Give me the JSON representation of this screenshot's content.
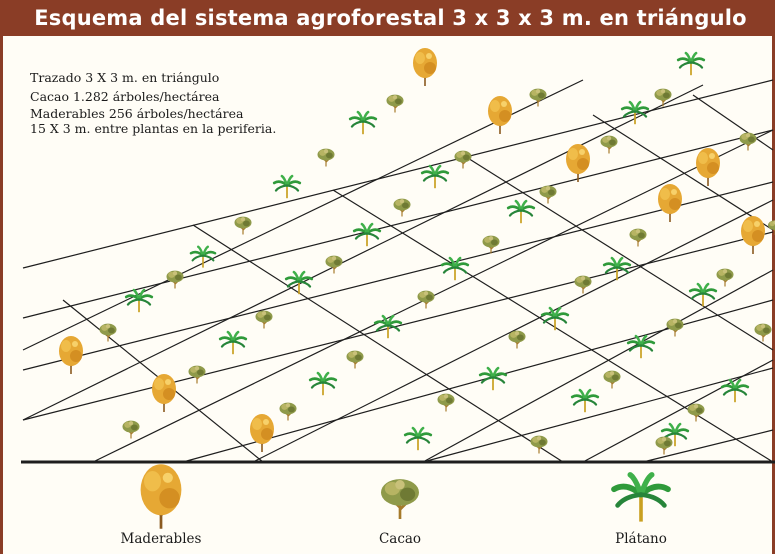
{
  "title": "Esquema del sistema agroforestal 3 x 3 x 3 m. en triángulo",
  "notes": [
    "Trazado 3 X 3 m. en triángulo",
    "Cacao 1.282 árboles/hectárea",
    "Maderables 256 árboles/hectárea",
    "15 X 3 m. entre plantas en la periferia."
  ],
  "legend": [
    {
      "label": "Maderables",
      "icon": "maderable-tree-icon"
    },
    {
      "label": "Cacao",
      "icon": "cacao-tree-icon"
    },
    {
      "label": "Plátano",
      "icon": "platano-plant-icon"
    }
  ],
  "colors": {
    "header": "#8a3d26",
    "header_text": "#ffffff",
    "maderable": "#e6a834",
    "cacao": "#8f9a4a",
    "platano_leaf": "#2f9a3a",
    "platano_stem": "#c9a020",
    "grid_line": "#1e1e1e"
  }
}
